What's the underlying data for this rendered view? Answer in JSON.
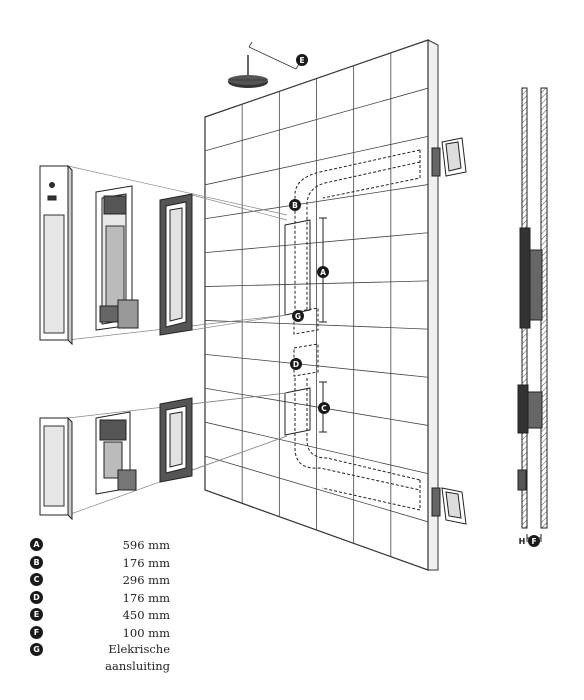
{
  "legend": [
    {
      "key": "A",
      "value": "596 mm"
    },
    {
      "key": "B",
      "value": "176 mm"
    },
    {
      "key": "C",
      "value": "296 mm"
    },
    {
      "key": "D",
      "value": "176 mm"
    },
    {
      "key": "E",
      "value": "450 mm"
    },
    {
      "key": "F",
      "value": "100 mm"
    },
    {
      "key": "G",
      "value": "Elekrische\naansluiting"
    }
  ],
  "markers": {
    "A": "A",
    "B": "B",
    "C": "C",
    "D": "D",
    "E": "E",
    "F": "F",
    "G": "G",
    "H": "H"
  }
}
